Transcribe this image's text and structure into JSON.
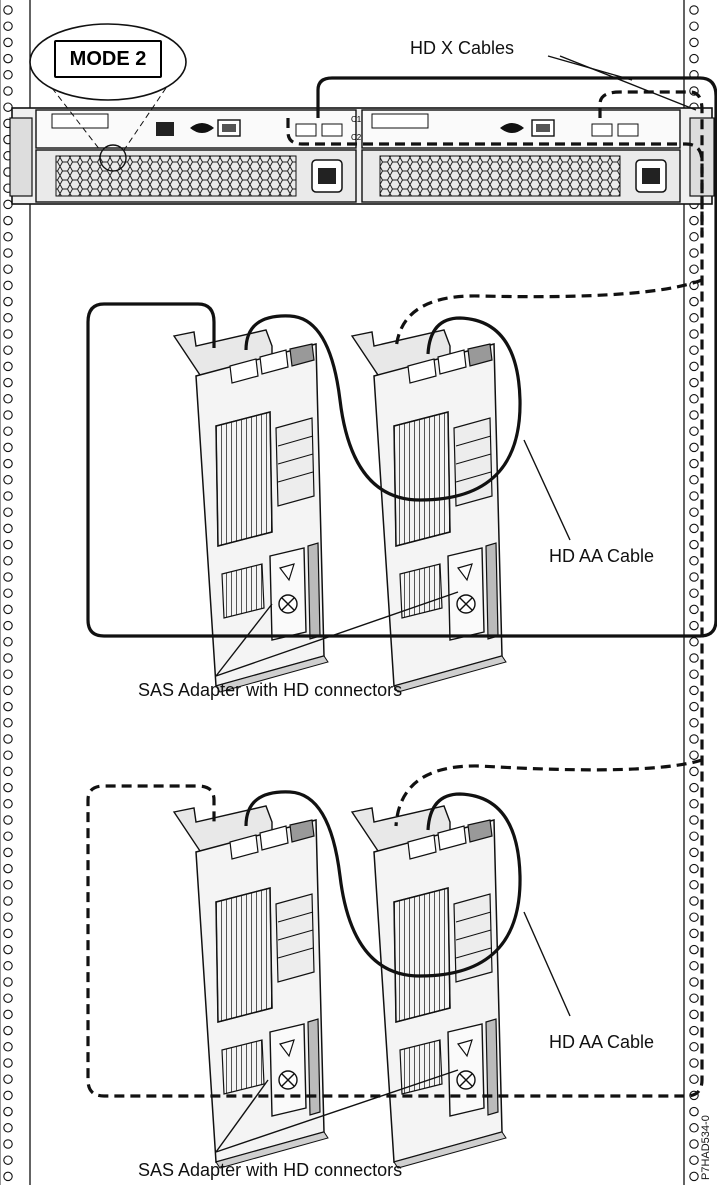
{
  "mode_label": "MODE 2",
  "labels": {
    "hd_x_cables": "HD X Cables",
    "hd_aa_cable_top": "HD AA Cable",
    "hd_aa_cable_bottom": "HD AA Cable",
    "sas_adapter_top": "SAS Adapter with HD connectors",
    "sas_adapter_bottom": "SAS Adapter with HD connectors"
  },
  "connector_labels": {
    "c1": "C1",
    "c2": "C2"
  },
  "figure_id": "P7HAD534-0",
  "colors": {
    "line": "#111111",
    "metal": "#cfcfcf",
    "panel": "#e6e6e6"
  }
}
